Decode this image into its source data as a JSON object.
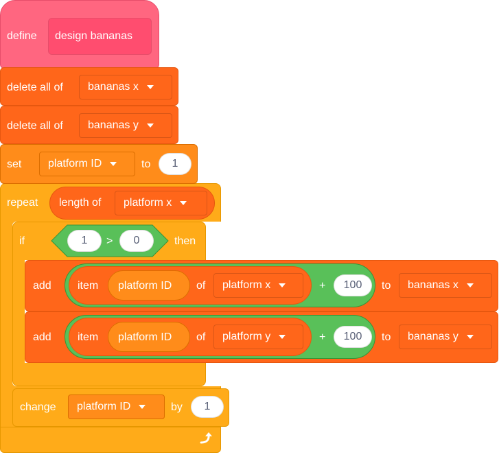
{
  "define": {
    "keyword": "define",
    "name": "design bananas"
  },
  "blocks": {
    "delete1": {
      "label": "delete all of",
      "list": "bananas x"
    },
    "delete2": {
      "label": "delete all of",
      "list": "bananas y"
    },
    "set": {
      "label": "set",
      "var": "platform ID",
      "to": "to",
      "value": "1"
    },
    "repeat": {
      "label": "repeat",
      "reporter": "length of",
      "list": "platform x"
    },
    "if": {
      "label": "if",
      "left": "1",
      "op": ">",
      "right": "0",
      "then": "then"
    },
    "add1": {
      "label": "add",
      "item": "item",
      "index": "platform ID",
      "of": "of",
      "list": "platform x",
      "plus": "+",
      "num": "100",
      "to": "to",
      "target": "bananas x"
    },
    "add2": {
      "label": "add",
      "item": "item",
      "index": "platform ID",
      "of": "of",
      "list": "platform y",
      "plus": "+",
      "num": "100",
      "to": "to",
      "target": "bananas y"
    },
    "change": {
      "label": "change",
      "var": "platform ID",
      "by": "by",
      "value": "1"
    }
  },
  "colors": {
    "my_blocks": "#ff6680",
    "lists_vars": "#ff661a",
    "control": "#ffab19",
    "operators": "#59c059"
  },
  "icons": {
    "repeat_end": "rotate-arrow-icon",
    "dropdown": "caret-down-icon"
  }
}
